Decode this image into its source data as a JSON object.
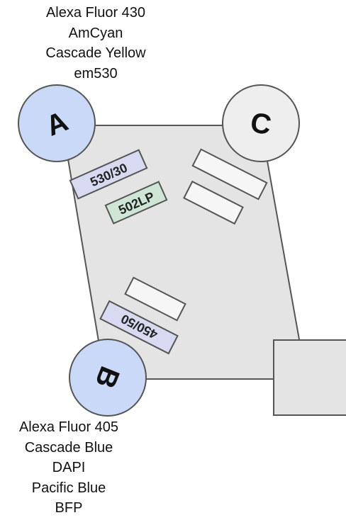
{
  "detectors": {
    "a": {
      "label": "A",
      "fill": "#c9d9f7"
    },
    "b": {
      "label": "B",
      "fill": "#c9d9f7"
    },
    "c": {
      "label": "C",
      "fill": "#eeeeee"
    }
  },
  "filters": {
    "f_530_30": {
      "label": "530/30",
      "fill": "#d7daf0"
    },
    "f_502lp": {
      "label": "502LP",
      "fill": "#cfe6d6"
    },
    "f_450_50": {
      "label": "450/50",
      "fill": "#d7daf0"
    }
  },
  "labels_a": [
    "Alexa Fluor 430",
    "AmCyan",
    "Cascade Yellow",
    "em530"
  ],
  "labels_b": [
    "Alexa Fluor 405",
    "Cascade Blue",
    "DAPI",
    "Pacific Blue",
    "BFP"
  ],
  "colors": {
    "body": "#e4e4e4",
    "stroke": "#555555",
    "empty_filter": "#f6f6f6"
  }
}
